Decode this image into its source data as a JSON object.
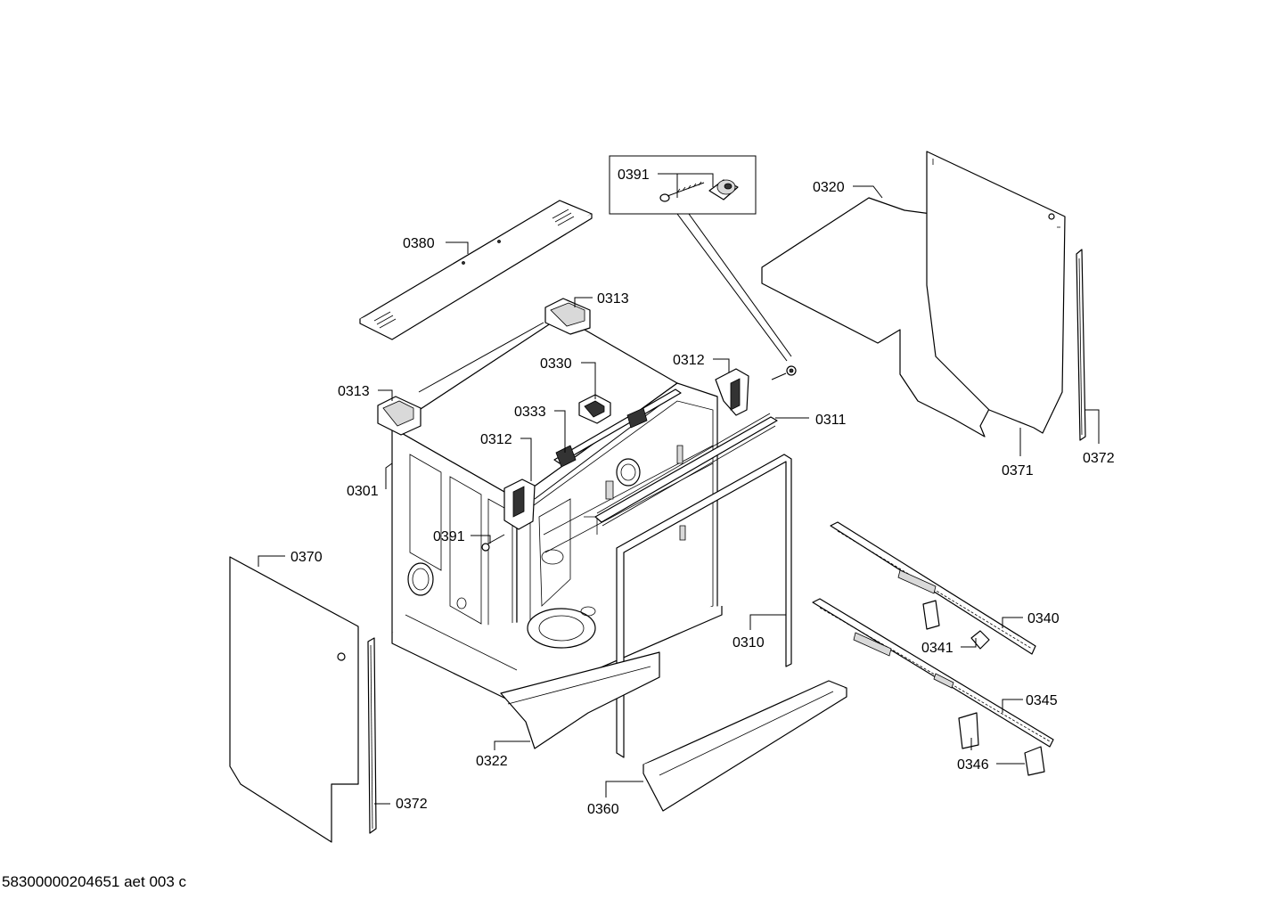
{
  "labels": {
    "p0391_inset": "0391",
    "p0320": "0320",
    "p0380": "0380",
    "p0313_top": "0313",
    "p0330": "0330",
    "p0312_right": "0312",
    "p0313_left": "0313",
    "p0333": "0333",
    "p0311": "0311",
    "p0312_left": "0312",
    "p0371": "0371",
    "p0372_right": "0372",
    "p0301": "0301",
    "p0391": "0391",
    "p0370": "0370",
    "p0340": "0340",
    "p0310": "0310",
    "p0341": "0341",
    "p0345": "0345",
    "p0322": "0322",
    "p0346": "0346",
    "p0372_bottom": "0372",
    "p0360": "0360"
  },
  "footer": {
    "document_id": "58300000204651 aet 003 c"
  }
}
